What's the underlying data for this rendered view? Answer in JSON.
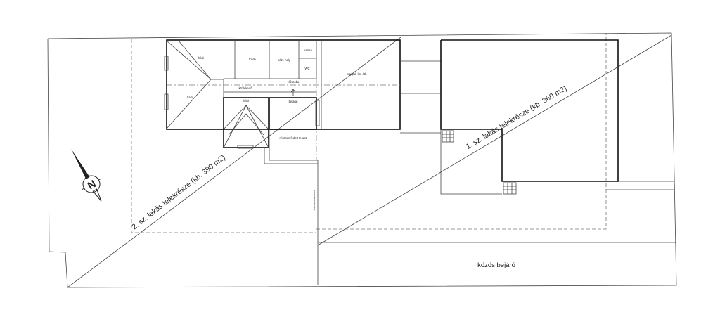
{
  "rooms": {
    "halo1": "háló",
    "furdo": "fürdő",
    "haztartasi": "házt. hely",
    "kamra": "kamra",
    "wc": "WC",
    "halo2": "háló",
    "kozlekedo": "közlekedő",
    "eloszoba": "előszoba",
    "nappali": "nappali-ko.-étk.",
    "halo3": "háló",
    "bejarat": "bejárat",
    "terasz": "részben fedett terasz"
  },
  "plots": {
    "plot2": "2. sz. lakás telekrésze (kb. 390 m2)",
    "plot1": "1. sz. lakás telekrésze (kb. 360 m2)",
    "shared_entrance": "közös bejáró"
  },
  "vertical_note": "telekrészhatár kerítés",
  "north_letter": "N"
}
